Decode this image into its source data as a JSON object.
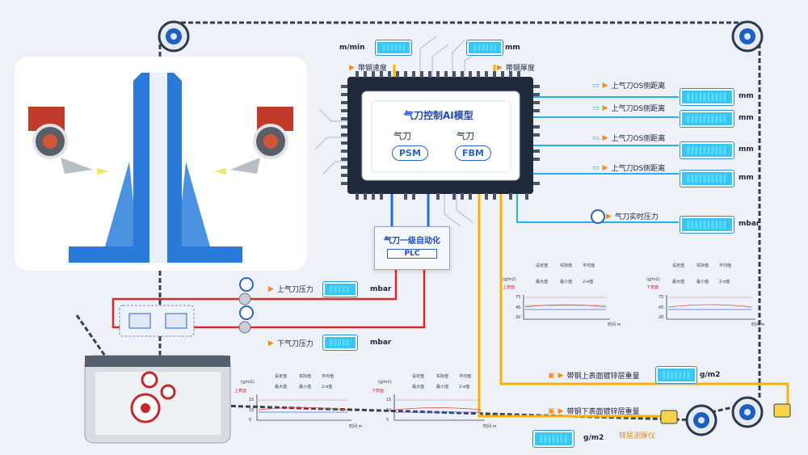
{
  "chip_title": "气刀控制AI模型",
  "chip_left_label": "气刀",
  "chip_right_label": "气刀",
  "chip_left_btn": "PSM",
  "chip_right_btn": "FBM",
  "plc_title": "气刀一级自动化",
  "plc_button": "PLC",
  "top_left_unit": "m/min",
  "top_right_unit": "mm",
  "strip_speed": "带钢速度",
  "strip_thickness": "带钢厚度",
  "right_rows": [
    {
      "label": "上气刀OS侧距离",
      "unit": "mm"
    },
    {
      "label": "上气刀DS侧距离",
      "unit": "mm"
    },
    {
      "label": "上气刀OS侧距离",
      "unit": "mm"
    },
    {
      "label": "上气刀DS侧距离",
      "unit": "mm"
    }
  ],
  "pressure_label": "气刀实时压力",
  "pressure_unit": "mbar",
  "upper_knife_pressure": "上气刀压力",
  "upper_knife_unit": "mbar",
  "lower_knife_pressure": "下气刀压力",
  "lower_knife_unit": "mbar",
  "upper_coating": "带钢上表面镀锌层重量",
  "upper_coating_unit": "g/m2",
  "lower_coating": "带钢下表面镀锌层重量",
  "bottom_unit": "g/m2",
  "gauge_name": "锌层测厚仪",
  "mini_chart": {
    "buttons_top": [
      "设定值",
      "实际值",
      "平均值"
    ],
    "buttons_bottom": [
      "最大值",
      "最小值",
      "2-σ值"
    ],
    "y_unit": "(g/m2)",
    "y_ticks": [
      "75",
      "45",
      "20"
    ],
    "y_ticks_small": [
      "15",
      "10",
      "5"
    ],
    "x_label": "时间 m",
    "upper_label": "上表面",
    "lower_label": "下表面"
  },
  "colors": {
    "blue_line": "#1d6fd8",
    "red_line": "#d42a2a",
    "yellow_line": "#f5b400",
    "cyan_line": "#2ab0e8",
    "accent": "#f28c1f"
  }
}
